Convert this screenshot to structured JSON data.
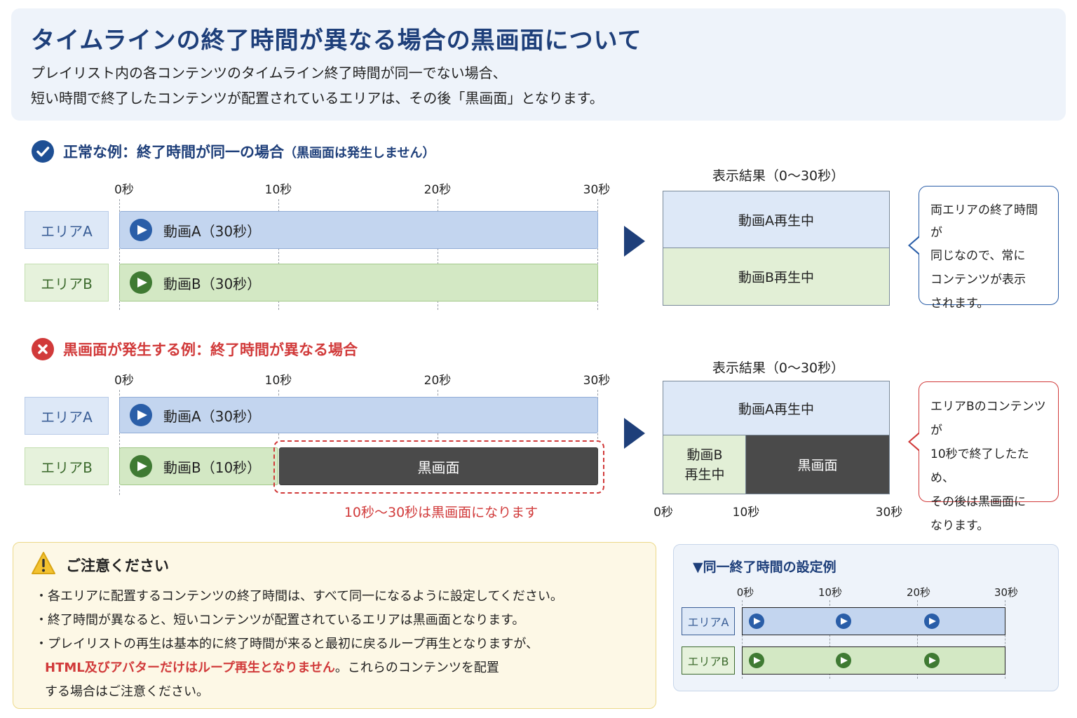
{
  "header": {
    "title": "タイムラインの終了時間が異なる場合の黒画面について",
    "intro_line1": "プレイリスト内の各コンテンツのタイムライン終了時間が同一でない場合、",
    "intro_line2": "短い時間で終了したコンテンツが配置されているエリアは、その後「黒画面」となります。"
  },
  "normal": {
    "heading": "正常な例：終了時間が同一の場合",
    "heading_sub": "（黒画面は発生しません）",
    "ticks": [
      "0秒",
      "10秒",
      "20秒",
      "30秒"
    ],
    "area_a": "エリアA",
    "area_b": "エリアB",
    "bar_a": "動画A（30秒）",
    "bar_b": "動画B（30秒）",
    "result_title": "表示結果（0〜30秒）",
    "result_a": "動画A再生中",
    "result_b": "動画B再生中",
    "bubble": [
      "両エリアの終了時間が",
      "同じなので、常に",
      "コンテンツが表示",
      "されます。"
    ]
  },
  "error": {
    "heading": "黒画面が発生する例：終了時間が異なる場合",
    "ticks": [
      "0秒",
      "10秒",
      "20秒",
      "30秒"
    ],
    "area_a": "エリアA",
    "area_b": "エリアB",
    "bar_a": "動画A（30秒）",
    "bar_b": "動画B（10秒）",
    "black": "黒画面",
    "note": "10秒〜30秒は黒画面になります",
    "result_title": "表示結果（0〜30秒）",
    "result_a": "動画A再生中",
    "result_b_line1": "動画B",
    "result_b_line2": "再生中",
    "result_black": "黒画面",
    "result_ticks": [
      "0秒",
      "10秒",
      "30秒"
    ],
    "bubble": [
      "エリアBのコンテンツが",
      "10秒で終了したため、",
      "その後は黒画面に",
      "なります。"
    ]
  },
  "caution": {
    "title": "ご注意ください",
    "line1": "・各エリアに配置するコンテンツの終了時間は、すべて同一になるように設定してください。",
    "line2": "・終了時間が異なると、短いコンテンツが配置されているエリアは黒画面となります。",
    "line3": "・プレイリストの再生は基本的に終了時間が来ると最初に戻るループ再生となりますが、",
    "line4_red": "HTML及びアバターだけはループ再生となりません",
    "line4_rest": "。これらのコンテンツを配置",
    "line5": "する場合はご注意ください。"
  },
  "example": {
    "title": "▼同一終了時間の設定例",
    "ticks": [
      "0秒",
      "10秒",
      "20秒",
      "30秒"
    ],
    "area_a": "エリアA",
    "area_b": "エリアB"
  },
  "colors": {
    "navy": "#1e3f7a",
    "red": "#d13a3a",
    "blue_bar": "#c3d5ef",
    "green_bar": "#d3e8c4",
    "black_screen": "#4a4a4a"
  }
}
